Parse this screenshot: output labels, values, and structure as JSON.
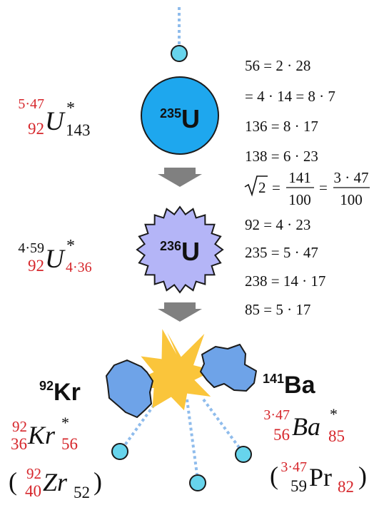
{
  "colors": {
    "red": "#d6262b",
    "neutron": "#67d4ec",
    "u235_fill": "#1ea7ee",
    "u236_fill": "#b4b5f7",
    "fragment_fill": "#6ea3e8",
    "explosion": "#fac53b",
    "arrow": "#808080",
    "dotted": "#8fbcec"
  },
  "icons": {
    "neutron": "circle",
    "arrow": "down-arrow",
    "explosion": "starburst"
  },
  "nucleus_u235": {
    "mass": "235",
    "symbol": "U"
  },
  "nucleus_u236": {
    "mass": "236",
    "symbol": "U"
  },
  "fragment_kr": {
    "mass": "92",
    "symbol": "Kr"
  },
  "fragment_ba": {
    "mass": "141",
    "symbol": "Ba"
  },
  "notation_u235": {
    "sup": "5·47",
    "sub": "92",
    "symbol": "U",
    "star": "*",
    "right_sub": "143"
  },
  "notation_u236": {
    "sup": "4·59",
    "sub": "92",
    "symbol": "U",
    "star": "*",
    "right_sub": "4·36"
  },
  "notation_kr": {
    "sup": "92",
    "sub": "36",
    "symbol": "Kr",
    "star": "*",
    "right_sub": "56"
  },
  "notation_ba": {
    "sup": "3·47",
    "sub": "56",
    "symbol": "Ba",
    "star": "*",
    "right_sub": "85"
  },
  "notation_zr": {
    "open": "(",
    "sup": "92",
    "sub": "40",
    "symbol": "Zr",
    "right_sub": "52",
    "close": ")"
  },
  "notation_pr": {
    "open": "(",
    "sup": "3·47",
    "sub": "59",
    "symbol": "Pr",
    "right_sub": "82",
    "close": ")"
  },
  "equations": {
    "e1": "56 = 2 · 28",
    "e2": "= 4 · 14 = 8 · 7",
    "e3": "136 = 8 · 17",
    "e4": "138 = 6 · 23",
    "sqrt2": {
      "lhs": "2",
      "eq": "=",
      "f1_num": "141",
      "f1_den": "100",
      "f2_num": "3 · 47",
      "f2_den": "100"
    },
    "e6": "92 = 4 · 23",
    "e7": "235 = 5 · 47",
    "e8": "238 = 14 · 17",
    "e9": "85 = 5 · 17"
  }
}
